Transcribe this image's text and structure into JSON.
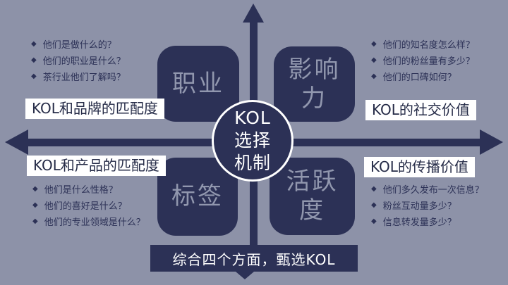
{
  "center": {
    "lines": [
      "KOL",
      "选择",
      "机制"
    ]
  },
  "quadrants": {
    "top_left": {
      "tile": [
        "职业"
      ],
      "label": "KOL和品牌的匹配度",
      "bullets": [
        "他们是做什么的？",
        "他们的职业是什么？",
        "茶行业他们了解吗？"
      ]
    },
    "top_right": {
      "tile": [
        "影响",
        "力"
      ],
      "label": "KOL的社交价值",
      "bullets": [
        "他们的知名度怎么样？",
        "他们的粉丝量有多少？",
        "他们的口碑如何？"
      ]
    },
    "bottom_left": {
      "tile": [
        "标签"
      ],
      "label": "KOL和产品的匹配度",
      "bullets": [
        "他们是什么性格？",
        "他们的喜好是什么？",
        "他们的专业领域是什么？"
      ]
    },
    "bottom_right": {
      "tile": [
        "活跃",
        "度"
      ],
      "label": "KOL的传播价值",
      "bullets": [
        "他们多久发布一次信息？",
        "粉丝互动量多少？",
        "信息转发量多少？"
      ]
    }
  },
  "footer": {
    "label": "综合四个方面，甄选KOL"
  },
  "bullet_glyph": "◆",
  "colors": {
    "background": "#8d92a8",
    "navy": "#2c3156",
    "tile_text": "#9197ae",
    "label_text": "#252b47",
    "white": "#ffffff"
  }
}
